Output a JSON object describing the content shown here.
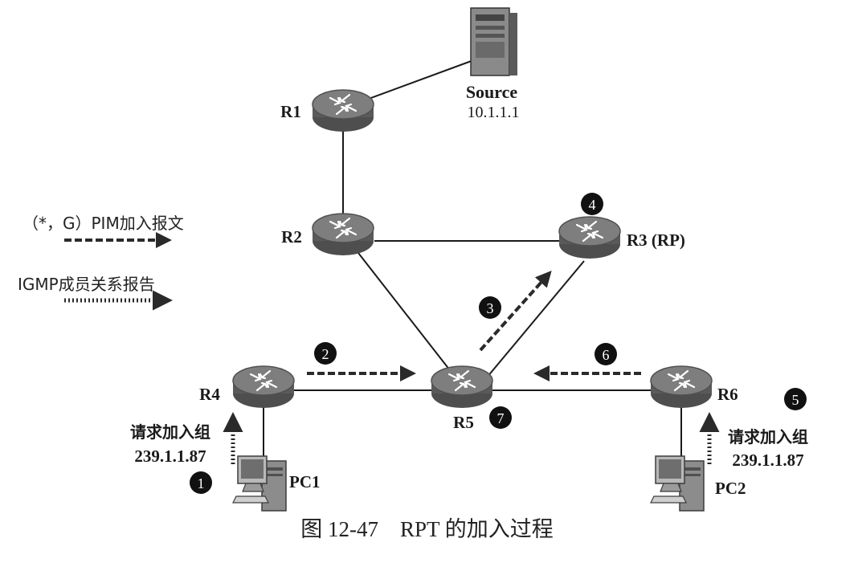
{
  "source": {
    "label": "Source",
    "ip": "10.1.1.1"
  },
  "routers": {
    "r1": "R1",
    "r2": "R2",
    "r3": "R3 (RP)",
    "r4": "R4",
    "r5": "R5",
    "r6": "R6"
  },
  "hosts": {
    "pc1": "PC1",
    "pc2": "PC2"
  },
  "requests": {
    "pc1": {
      "line1": "请求加入组",
      "line2": "239.1.1.87"
    },
    "pc2": {
      "line1": "请求加入组",
      "line2": "239.1.1.87"
    }
  },
  "legend": {
    "pim_join": "（*，G）PIM加入报文",
    "igmp_report": "IGMP成员关系报告"
  },
  "steps": {
    "s1": "1",
    "s2": "2",
    "s3": "3",
    "s4": "4",
    "s5": "5",
    "s6": "6",
    "s7": "7"
  },
  "caption": "图 12-47　RPT 的加入过程",
  "colors": {
    "router_body": "#6f6f6f",
    "router_top": "#8a8a8a",
    "line": "#1a1a1a",
    "badge": "#111111"
  }
}
